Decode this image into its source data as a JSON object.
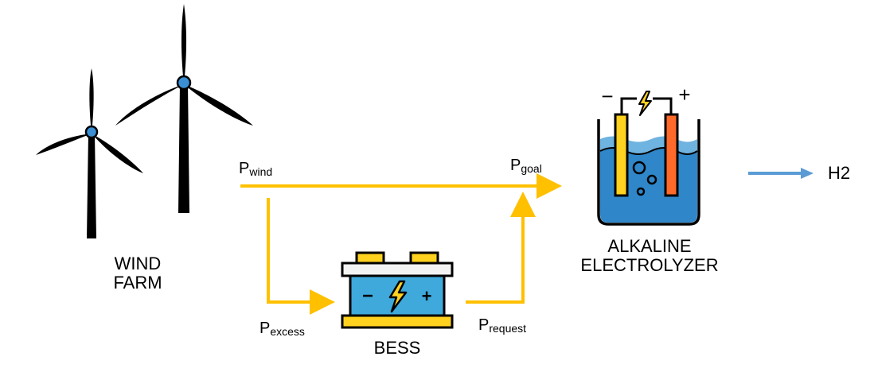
{
  "labels": {
    "wind_farm_line1": "WIND",
    "wind_farm_line2": "FARM",
    "bess": "BESS",
    "electrolyzer_line1": "ALKALINE",
    "electrolyzer_line2": "ELECTROLYZER",
    "output": "H2",
    "p_main": "P",
    "p_wind_sub": "wind",
    "p_goal_sub": "goal",
    "p_excess_sub": "excess",
    "p_request_sub": "request"
  },
  "battery_symbols": {
    "minus": "−",
    "plus": "+"
  },
  "electrolyzer_symbols": {
    "minus": "−",
    "plus": "+"
  },
  "icons": [
    "wind-turbine-icon",
    "battery-icon",
    "lightning-bolt-icon",
    "electrolyzer-icon",
    "arrow-icon"
  ],
  "colors": {
    "power_flow": "#ffc000",
    "hydrogen_flow": "#5b9bd5",
    "turbine": "#000000",
    "turbine_hub": "#3a8fd4",
    "battery_body": "#3fa9dc",
    "battery_frame": "#f3f3f3",
    "battery_terminal": "#ffd21f",
    "electrolyte": "#2f86c8",
    "cathode": "#ffd21f",
    "anode": "#ff6a2a",
    "outline": "#000000"
  }
}
